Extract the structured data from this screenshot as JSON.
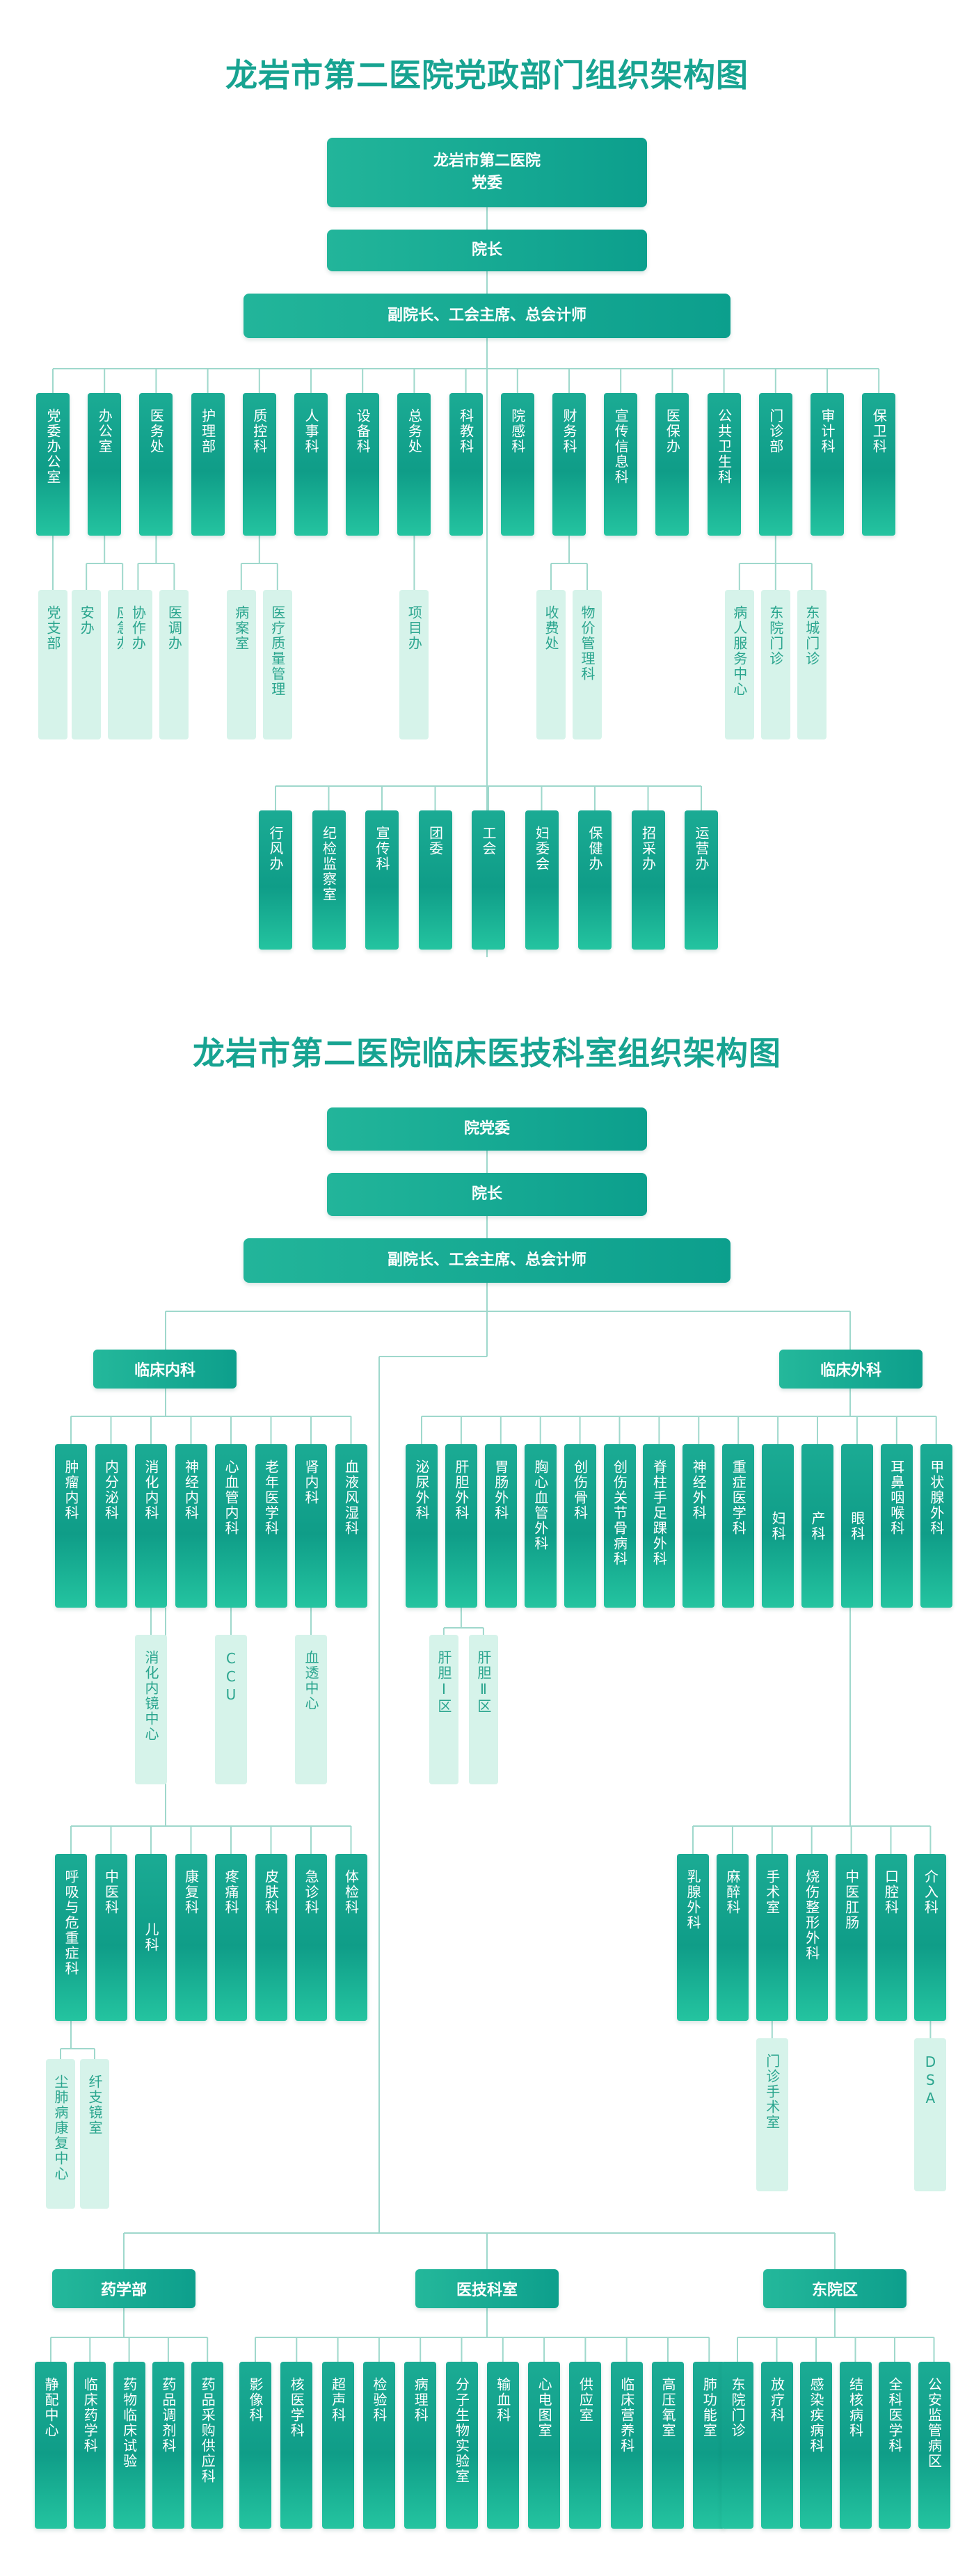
{
  "chart1": {
    "title": "龙岩市第二医院党政部门组织架构图",
    "top": "龙岩市第二医院\n党委",
    "level2": "院长",
    "level3": "副院长、工会主席、总会计师",
    "depts": [
      {
        "name": "党委办公室",
        "subs": [
          "党支部"
        ]
      },
      {
        "name": "办公室",
        "subs": [
          "安办",
          "应急办"
        ]
      },
      {
        "name": "医务处",
        "subs": [
          "协作办",
          "医调办"
        ]
      },
      {
        "name": "护理部",
        "subs": []
      },
      {
        "name": "质控科",
        "subs": [
          "病案室",
          "医疗质量管理"
        ]
      },
      {
        "name": "人事科",
        "subs": []
      },
      {
        "name": "设备科",
        "subs": []
      },
      {
        "name": "总务处",
        "subs": [
          "项目办"
        ]
      },
      {
        "name": "科教科",
        "subs": []
      },
      {
        "name": "院感科",
        "subs": []
      },
      {
        "name": "财务科",
        "subs": [
          "收费处",
          "物价管理科"
        ]
      },
      {
        "name": "宣传信息科",
        "subs": []
      },
      {
        "name": "医保办",
        "subs": []
      },
      {
        "name": "公共卫生科",
        "subs": []
      },
      {
        "name": "门诊部",
        "subs": [
          "病人服务中心",
          "东院门诊",
          "东城门诊"
        ]
      },
      {
        "name": "审计科",
        "subs": []
      },
      {
        "name": "保卫科",
        "subs": []
      }
    ],
    "lower": [
      "行风办",
      "纪检监察室",
      "宣传科",
      "团委",
      "工会",
      "妇委会",
      "保健办",
      "招采办",
      "运营办"
    ]
  },
  "chart2": {
    "title": "龙岩市第二医院临床医技科室组织架构图",
    "top": "院党委",
    "level2": "院长",
    "level3": "副院长、工会主席、总会计师",
    "internal": {
      "label": "临床内科",
      "row1": [
        {
          "name": "肿瘤内科",
          "subs": []
        },
        {
          "name": "内分泌科",
          "subs": []
        },
        {
          "name": "消化内科",
          "subs": [
            "消化内镜中心"
          ]
        },
        {
          "name": "神经内科",
          "subs": []
        },
        {
          "name": "心血管内科",
          "subs": [
            "CCU"
          ]
        },
        {
          "name": "老年医学科",
          "subs": []
        },
        {
          "name": "肾内科",
          "subs": [
            "血透中心"
          ]
        },
        {
          "name": "血液风湿科",
          "subs": []
        }
      ],
      "row2": [
        {
          "name": "呼吸与危重症科",
          "subs": [
            "尘肺病康复中心",
            "纤支镜室"
          ]
        },
        {
          "name": "中医科",
          "subs": []
        },
        {
          "name": "儿科",
          "subs": []
        },
        {
          "name": "康复科",
          "subs": []
        },
        {
          "name": "疼痛科",
          "subs": []
        },
        {
          "name": "皮肤科",
          "subs": []
        },
        {
          "name": "急诊科",
          "subs": []
        },
        {
          "name": "体检科",
          "subs": []
        }
      ]
    },
    "surgery": {
      "label": "临床外科",
      "row1": [
        {
          "name": "泌尿外科",
          "subs": []
        },
        {
          "name": "肝胆外科",
          "subs": [
            "肝胆Ⅰ区",
            "肝胆Ⅱ区"
          ]
        },
        {
          "name": "胃肠外科",
          "subs": []
        },
        {
          "name": "胸心血管外科",
          "subs": []
        },
        {
          "name": "创伤骨科",
          "subs": []
        },
        {
          "name": "创伤关节骨病科",
          "subs": []
        },
        {
          "name": "脊柱手足踝外科",
          "subs": []
        },
        {
          "name": "神经外科",
          "subs": []
        },
        {
          "name": "重症医学科",
          "subs": []
        },
        {
          "name": "妇科",
          "subs": []
        },
        {
          "name": "产科",
          "subs": []
        },
        {
          "name": "眼科",
          "subs": []
        },
        {
          "name": "耳鼻咽喉科",
          "subs": []
        },
        {
          "name": "甲状腺外科",
          "subs": []
        }
      ],
      "row2": [
        {
          "name": "乳腺外科",
          "subs": []
        },
        {
          "name": "麻醉科",
          "subs": []
        },
        {
          "name": "手术室",
          "subs": [
            "门诊手术室"
          ]
        },
        {
          "name": "烧伤整形外科",
          "subs": []
        },
        {
          "name": "中医肛肠",
          "subs": []
        },
        {
          "name": "口腔科",
          "subs": []
        },
        {
          "name": "介入科",
          "subs": [
            "DSA"
          ]
        }
      ]
    },
    "pharmacy": {
      "label": "药学部",
      "items": [
        "静配中心",
        "临床药学科",
        "药物临床试验",
        "药品调剂科",
        "药品采购供应科"
      ]
    },
    "tech": {
      "label": "医技科室",
      "items": [
        "影像科",
        "核医学科",
        "超声科",
        "检验科",
        "病理科",
        "分子生物实验室",
        "输血科",
        "心电图室",
        "供应室",
        "临床营养科",
        "高压氧室",
        "肺功能室"
      ]
    },
    "east": {
      "label": "东院区",
      "items": [
        "东院门诊",
        "放疗科",
        "感染疾病科",
        "结核病科",
        "全科医学科",
        "公安监管病区"
      ]
    }
  },
  "colors": {
    "primary": "#12a38f",
    "line": "#9fd8cc",
    "sub_bg": "#d6f3ea",
    "title": "#17a391"
  }
}
